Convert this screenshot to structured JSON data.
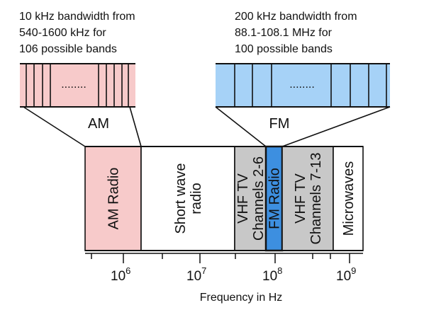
{
  "am_caption": [
    "10 kHz bandwidth from",
    "540-1600 kHz for",
    "106 possible bands"
  ],
  "fm_caption": [
    "200 kHz bandwidth from",
    "88.1-108.1 MHz for",
    "100 possible bands"
  ],
  "am_zoom": {
    "label": "AM",
    "ellipsis": "........",
    "color": "#f7caca"
  },
  "fm_zoom": {
    "label": "FM",
    "ellipsis": "........",
    "color": "#a6d2f7"
  },
  "bands": [
    {
      "lines": [
        "AM Radio"
      ],
      "color": "#f7caca"
    },
    {
      "lines": [
        "Short wave",
        "radio"
      ],
      "color": "#ffffff"
    },
    {
      "lines": [
        "VHF TV",
        "Channels 2-6"
      ],
      "color": "#c8c8c8"
    },
    {
      "lines": [
        "FM Radio"
      ],
      "color": "#3d8fe0"
    },
    {
      "lines": [
        "VHF TV",
        "Channels 7-13"
      ],
      "color": "#c8c8c8"
    },
    {
      "lines": [
        "Microwaves"
      ],
      "color": "#ffffff"
    }
  ],
  "axis": {
    "ticks": [
      {
        "base": "10",
        "exp": "6"
      },
      {
        "base": "10",
        "exp": "7"
      },
      {
        "base": "10",
        "exp": "8"
      },
      {
        "base": "10",
        "exp": "9"
      }
    ],
    "title": "Frequency in Hz"
  }
}
